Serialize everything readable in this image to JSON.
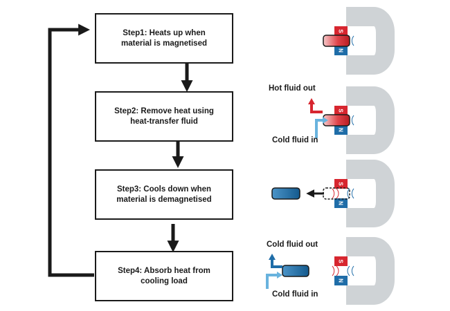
{
  "steps": [
    {
      "label": "Step1: Heats up when\nmaterial is magnetised"
    },
    {
      "label": "Step2: Remove heat using\nheat-transfer fluid"
    },
    {
      "label": "Step3: Cools down when\nmaterial is demagnetised"
    },
    {
      "label": "Step4: Absorb heat from\ncooling load"
    }
  ],
  "labels": {
    "hot_fluid_out": "Hot fluid out",
    "cold_fluid_in_1": "Cold fluid in",
    "cold_fluid_out": "Cold fluid out",
    "cold_fluid_in_2": "Cold fluid in"
  },
  "poles": {
    "south": "S",
    "north": "N"
  },
  "colors": {
    "hot": "#d7262f",
    "cold": "#1f6da8",
    "fluid_cold": "#69b3de",
    "magnet_body": "#cfd3d6",
    "arrow": "#1a1a1a"
  }
}
